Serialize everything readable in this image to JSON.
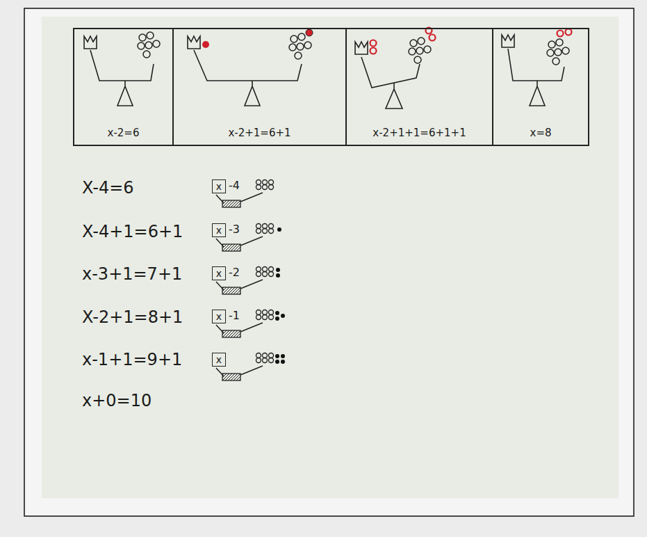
{
  "diagram": {
    "nodes": [
      {
        "text": [
          "x-2=6"
        ]
      },
      {
        "text": [
          "x-2+1=6+1"
        ]
      },
      {
        "text": [
          "x-2+1+1=6+1+1"
        ]
      },
      {
        "text": [
          "x=8"
        ]
      },
      {
        "text": [
          "x"
        ]
      },
      {
        "text": [
          "x"
        ]
      },
      {
        "text": [
          "x"
        ]
      },
      {
        "text": [
          "x"
        ]
      },
      {
        "text": [
          "x"
        ]
      }
    ],
    "labels": [
      "X-4=6",
      "X-4+1=6+1",
      "x-3+1=7+1",
      "X-2+1=8+1",
      "x-1+1=9+1",
      "x+0=10",
      "-4",
      "-3",
      "-2",
      "-1"
    ]
  }
}
